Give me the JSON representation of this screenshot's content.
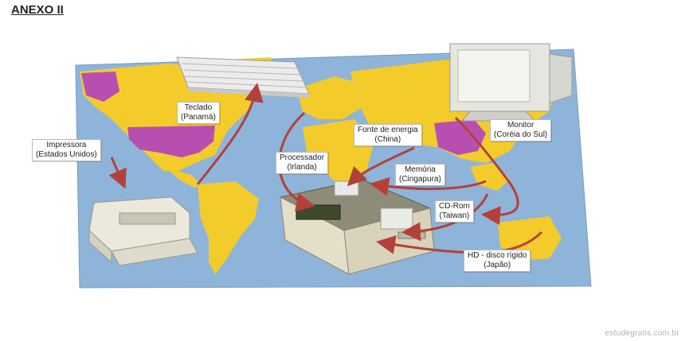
{
  "title": "ANEXO II",
  "labels": {
    "teclado": {
      "name": "Teclado",
      "origin": "(Panamá)"
    },
    "impressora": {
      "name": "Impressora",
      "origin": "(Estados Unidos)"
    },
    "fonte": {
      "name": "Fonte de energia",
      "origin": "(China)"
    },
    "monitor": {
      "name": "Monitor",
      "origin": "(Coréia do Sul)"
    },
    "processador": {
      "name": "Processador",
      "origin": "(Irlanda)"
    },
    "memoria": {
      "name": "Memória",
      "origin": "(Cingapura)"
    },
    "cdrom": {
      "name": "CD-Rom",
      "origin": "(Taiwan)"
    },
    "hd": {
      "name": "HD - disco rígido",
      "origin": "(Japão)"
    }
  },
  "watermark": "estudegratis.com.br",
  "colors": {
    "ocean": "#8fb4da",
    "land": "#f3cc2b",
    "highlight": "#b84fb0",
    "arrow": "#b3413a"
  },
  "icons": [
    "keyboard-icon",
    "printer-icon",
    "monitor-icon",
    "computer-case-icon"
  ]
}
